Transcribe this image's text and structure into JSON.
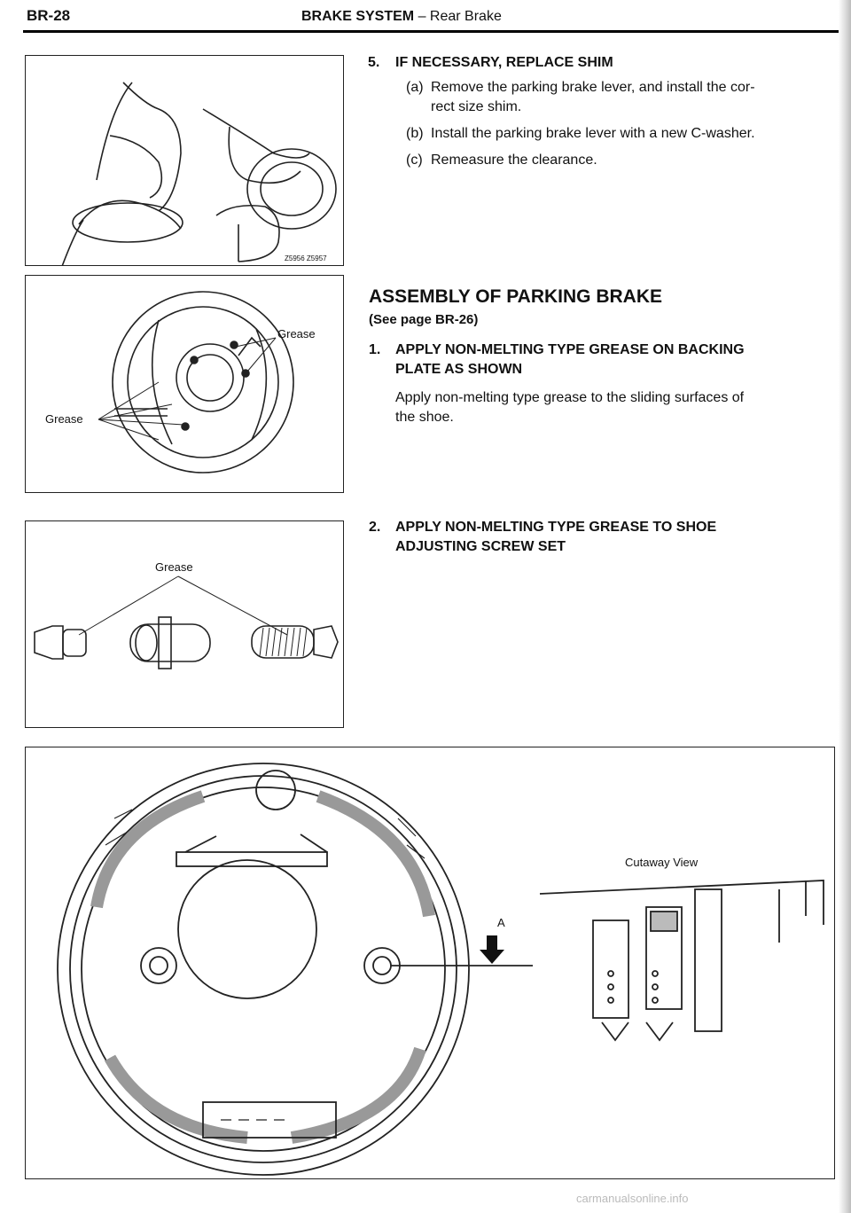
{
  "header": {
    "page_number": "BR-28",
    "section_title": "BRAKE SYSTEM",
    "section_sub": " – Rear Brake"
  },
  "figures": {
    "fig1_code": "Z5956 Z5957",
    "fig2_grease_right": "Grease",
    "fig2_grease_left": "Grease",
    "fig3_grease": "Grease",
    "fig4_cutaway": "Cutaway View",
    "fig4_marker": "A"
  },
  "step5": {
    "num": "5.",
    "title": "IF NECESSARY, REPLACE SHIM",
    "items": [
      {
        "mark": "(a)",
        "text": "Remove the parking brake lever, and install the cor-"
      },
      {
        "mark": "",
        "text": "rect size shim."
      },
      {
        "mark": "(b)",
        "text": "Install the parking brake lever with a new C-washer."
      },
      {
        "mark": "(c)",
        "text": "Remeasure the clearance."
      }
    ]
  },
  "assembly": {
    "heading": "ASSEMBLY OF PARKING BRAKE",
    "see": "(See page BR-26)",
    "step1_num": "1.",
    "step1_line1": "APPLY NON-MELTING TYPE GREASE ON BACKING",
    "step1_line2": "PLATE AS SHOWN",
    "step1_body1": "Apply non-melting type grease to the sliding surfaces of",
    "step1_body2": "the shoe.",
    "step2_num": "2.",
    "step2_line1": "APPLY NON-MELTING TYPE GREASE TO SHOE",
    "step2_line2": "ADJUSTING SCREW SET"
  },
  "footer": {
    "watermark": "carmanualsonline.info"
  }
}
